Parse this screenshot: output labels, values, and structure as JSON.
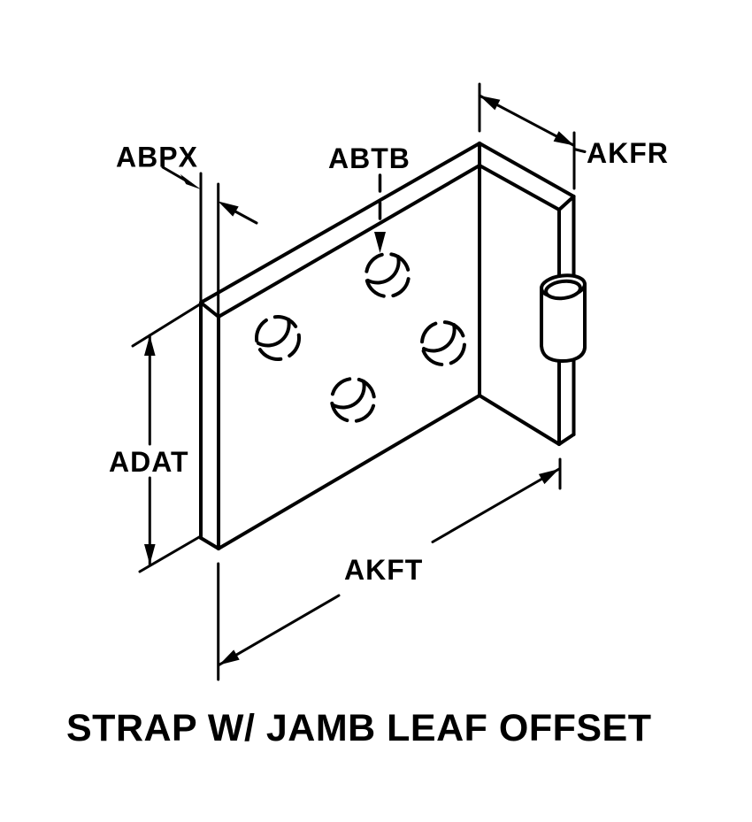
{
  "figure": {
    "title": "STRAP W/ JAMB LEAF OFFSET",
    "labels": {
      "abpx": "ABPX",
      "abtb": "ABTB",
      "akfr": "AKFR",
      "adat": "ADAT",
      "akft": "AKFT"
    },
    "holes_count": 4,
    "colors": {
      "line": "#000000",
      "background": "#ffffff"
    }
  }
}
